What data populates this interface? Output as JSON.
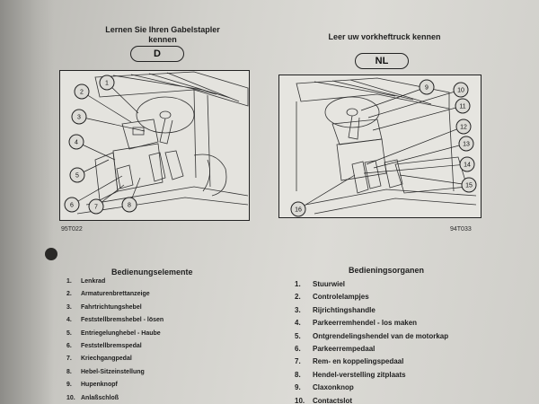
{
  "german": {
    "header_line1": "Lernen Sie Ihren Gabelstapler",
    "header_line2": "kennen",
    "badge": "D",
    "figure_code": "95T022",
    "figure_callouts": [
      "1",
      "2",
      "3",
      "4",
      "5",
      "6",
      "7",
      "8"
    ],
    "list_title": "Bedienungselemente",
    "items": [
      {
        "num": "1.",
        "text": "Lenkrad"
      },
      {
        "num": "2.",
        "text": "Armaturenbrettanzeige"
      },
      {
        "num": "3.",
        "text": "Fahrtrichtungshebel"
      },
      {
        "num": "4.",
        "text": "Feststellbremshebel - lösen"
      },
      {
        "num": "5.",
        "text": "Entriegelunghebel - Haube"
      },
      {
        "num": "6.",
        "text": "Feststellbremspedal"
      },
      {
        "num": "7.",
        "text": "Kriechgangpedal"
      },
      {
        "num": "8.",
        "text": "Hebel-Sitzeinstellung"
      },
      {
        "num": "9.",
        "text": "Hupenknopf"
      },
      {
        "num": "10.",
        "text": "Anlaßschloß"
      }
    ]
  },
  "dutch": {
    "header": "Leer uw vorkheftruck kennen",
    "badge": "NL",
    "figure_code": "94T033",
    "figure_callouts": [
      "9",
      "10",
      "11",
      "12",
      "13",
      "14",
      "15",
      "16"
    ],
    "list_title": "Bedieningsorganen",
    "items": [
      {
        "num": "1.",
        "text": "Stuurwiel"
      },
      {
        "num": "2.",
        "text": "Controlelampjes"
      },
      {
        "num": "3.",
        "text": "Rijrichtingshandle"
      },
      {
        "num": "4.",
        "text": "Parkeerremhendel - los maken"
      },
      {
        "num": "5.",
        "text": "Ontgrendelingshendel van de motorkap"
      },
      {
        "num": "6.",
        "text": "Parkeerrempedaal"
      },
      {
        "num": "7.",
        "text": "Rem- en koppelingspedaal"
      },
      {
        "num": "8.",
        "text": "Hendel-verstelling zitplaats"
      },
      {
        "num": "9.",
        "text": "Claxonknop"
      },
      {
        "num": "10.",
        "text": "Contactslot"
      }
    ]
  }
}
